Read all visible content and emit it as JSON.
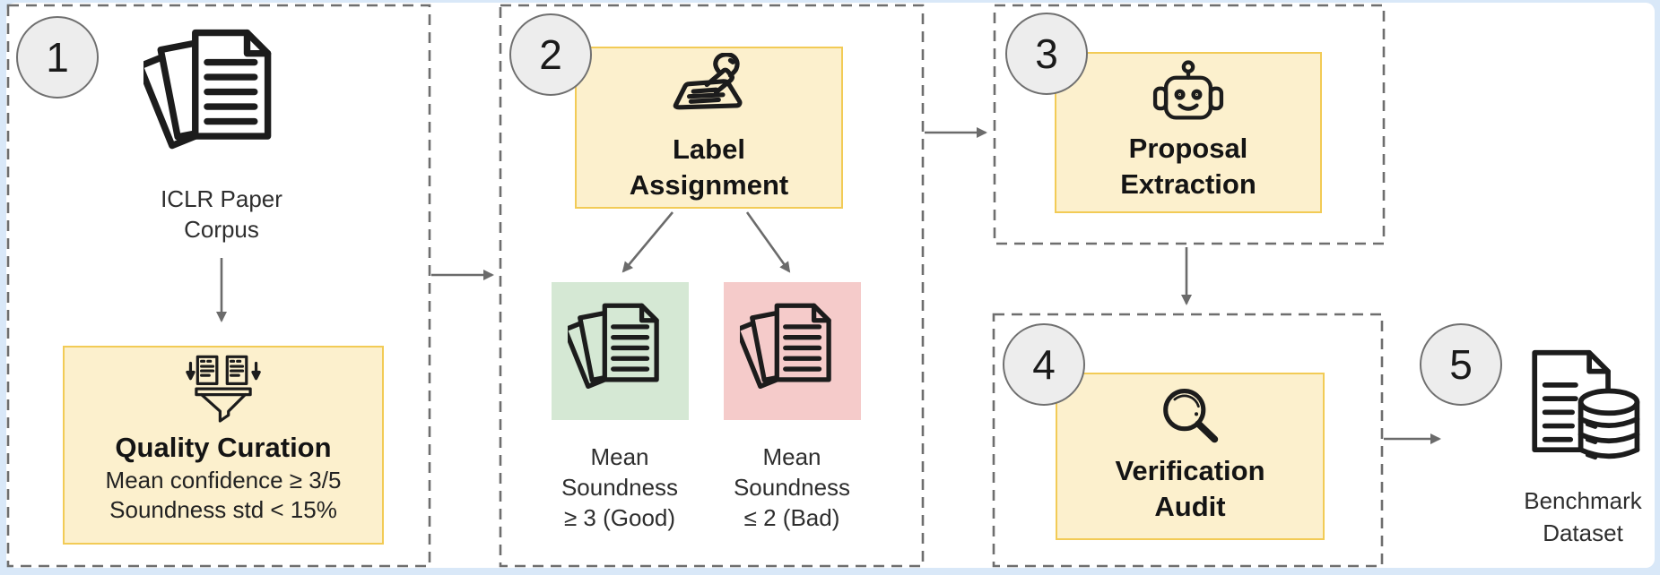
{
  "colors": {
    "page_background": "#d9e8f8",
    "canvas_background": "#ffffff",
    "process_box_fill": "#fcf0cd",
    "process_box_border": "#f2cb56",
    "good_box_fill": "#d5e8d4",
    "bad_box_fill": "#f5cbca",
    "stage_boundary": "#6e6e6e",
    "arrow": "#6b6b6b",
    "badge_fill": "#ededed",
    "badge_border": "#707070",
    "text": "#1a1a1a"
  },
  "pipeline": {
    "step1": {
      "badge": "1",
      "source_icon": "paper-stack-icon",
      "corpus_label": [
        "ICLR Paper",
        "Corpus"
      ],
      "process": {
        "icon": "filter-documents-icon",
        "title": "Quality Curation",
        "criteria": [
          "Mean confidence ≥ 3/5",
          "Soundness std < 15%"
        ]
      }
    },
    "step2": {
      "badge": "2",
      "process": {
        "icon": "stamp-icon",
        "title": [
          "Label",
          "Assignment"
        ]
      },
      "good": {
        "icon": "paper-stack-icon",
        "label": [
          "Mean",
          "Soundness",
          "≥ 3 (Good)"
        ]
      },
      "bad": {
        "icon": "paper-stack-icon",
        "label": [
          "Mean",
          "Soundness",
          "≤ 2 (Bad)"
        ]
      }
    },
    "step3": {
      "badge": "3",
      "process": {
        "icon": "robot-icon",
        "title": [
          "Proposal",
          "Extraction"
        ]
      }
    },
    "step4": {
      "badge": "4",
      "process": {
        "icon": "magnifier-icon",
        "title": [
          "Verification",
          "Audit"
        ]
      }
    },
    "step5": {
      "badge": "5",
      "output_icon": "document-database-icon",
      "label": [
        "Benchmark",
        "Dataset"
      ]
    }
  }
}
